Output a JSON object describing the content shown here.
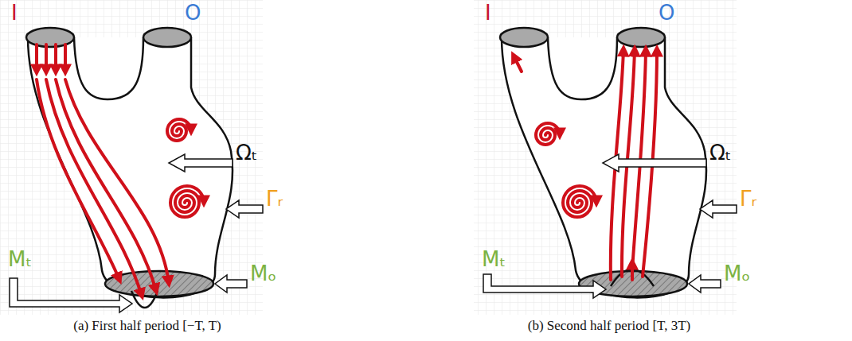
{
  "diagram": {
    "labels": [
      "I",
      "O",
      "Ωₜ",
      "Γᵣ",
      "Mₜ",
      "Mₒ",
      "(a) First half period [−T, T)",
      "I",
      "O",
      "Ωₜ",
      "Γᵣ",
      "Mₜ",
      "Mₒ",
      "(b) Second half period [T, 3T)"
    ]
  }
}
